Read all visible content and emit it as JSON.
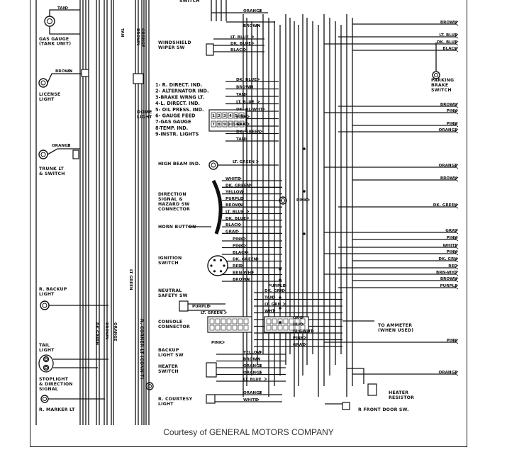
{
  "caption": "Courtesy of GENERAL MOTORS COMPANY",
  "components": {
    "gas_gauge": "GAS GAUGE\n(TANK UNIT)",
    "license_light": "LICENSE\nLIGHT",
    "trunk_switch": "TRUNK LT\n& SWITCH",
    "r_backup_light": "R. BACKUP\nLIGHT",
    "tail_light": "TAIL\nLIGHT",
    "stoplight": "STOPLIGHT\n& DIRECTION\nSIGNAL",
    "r_marker": "R. MARKER LT",
    "windshield_wiper": "WINDSHIELD\nWIPER SW",
    "high_beam": "HIGH BEAM IND.",
    "direction_signal": "DIRECTION\nSIGNAL &\nHAZARD SW\nCONNECTOR",
    "horn_button": "HORN BUTTON",
    "ignition_switch": "IGNITION\nSWITCH",
    "neutral_safety": "NEUTRAL\nSAFETY SW",
    "console_connector": "CONSOLE\nCONNECTOR",
    "backup_light_sw": "BACKUP\nLIGHT SW",
    "heater_switch": "HEATER\nSWITCH",
    "r_courtesy": "R. COURTESY\nLIGHT",
    "parking_brake": "PARKING\nBRAKE\nSWITCH",
    "to_ammeter": "TO AMMETER\n(WHEN USED)",
    "heater_resistor": "HEATER\nRESISTOR",
    "r_front_door": "R FRONT DOOR SW.",
    "dome_light": "DOME\nLIGHT",
    "r_corner_lt": "R. CORNER LT (CONN'T)",
    "switch_top": "SWITCH"
  },
  "indicator_list": [
    "1- R. DIRECT. IND.",
    "2- ALTERNATOR IND.",
    "3-BRAKE WRNG LT.",
    "4-L. DIRECT. IND.",
    "5- OIL PRESS. IND.",
    "6- GAUGE FEED",
    "7-GAS GAUGE",
    "8-TEMP. IND.",
    "9-INSTR. LIGHTS"
  ],
  "wires_left": {
    "tan": "TAN",
    "brown": "BROWN",
    "orange": "ORANGE",
    "lt_green": "LT GREEN",
    "dk_green": "DK GREEN",
    "brown_v": "BROWN",
    "orange_v": "ORANGE"
  },
  "wires_mid": {
    "orange_top": "ORANGE",
    "brown_top": "BROWN",
    "wiper": [
      "LT. BLUE",
      "DK. BLUE",
      "BLACK"
    ],
    "cluster": [
      "DK. BLUE",
      "BROWN",
      "TAN",
      "LT. BLUE",
      "DK. BL-WHT",
      "PINK",
      "GRAY",
      "DK. GREEN",
      "TAN"
    ],
    "high_beam": "LT. GREEN",
    "signal": [
      "WHITE",
      "DK. GREEN",
      "YELLOW",
      "PURPLE",
      "BROWN",
      "LT. BLUE",
      "DK. BLUE",
      "BLACK",
      "GRAY"
    ],
    "pink_signal": "PINK",
    "ignition": [
      "PINK",
      "PINK",
      "BLACK",
      "DK. GREEN",
      "RED",
      "BRN-WHT",
      "BROWN"
    ],
    "neutral": [
      "PURPLE",
      "LT. GREEN"
    ],
    "purple_tag": "PURPLE",
    "console": [
      "DK. GRN",
      "TAN",
      "LT. GRN",
      "WHT",
      "ORG",
      "BLK",
      "BLK-WHT",
      "PINK",
      "GRAY"
    ],
    "pink_console": "PINK",
    "backup": [
      "YELLOW",
      "BROWN",
      "ORANGE",
      "ORANGE",
      "LT. BLUE"
    ],
    "courtesy": [
      "ORANGE",
      "WHITE"
    ]
  },
  "wires_right": [
    "BROWN",
    "LT. BLUE",
    "DK. BLUE",
    "BLACK",
    "BROWN",
    "PINK",
    "PINK",
    "ORANGE",
    "ORANGE",
    "BROWN",
    "DK. GREEN",
    "GRAY",
    "PINK",
    "WHITE",
    "PINK",
    "DK. GRN",
    "RED",
    "BRN-WHT",
    "BROWN",
    "PURPLE",
    "PINK",
    "ORANGE"
  ],
  "cluster_pins": [
    "1",
    "2",
    "3",
    "4",
    "5",
    "6",
    "7",
    "8",
    "9",
    "10",
    "11",
    "12"
  ]
}
